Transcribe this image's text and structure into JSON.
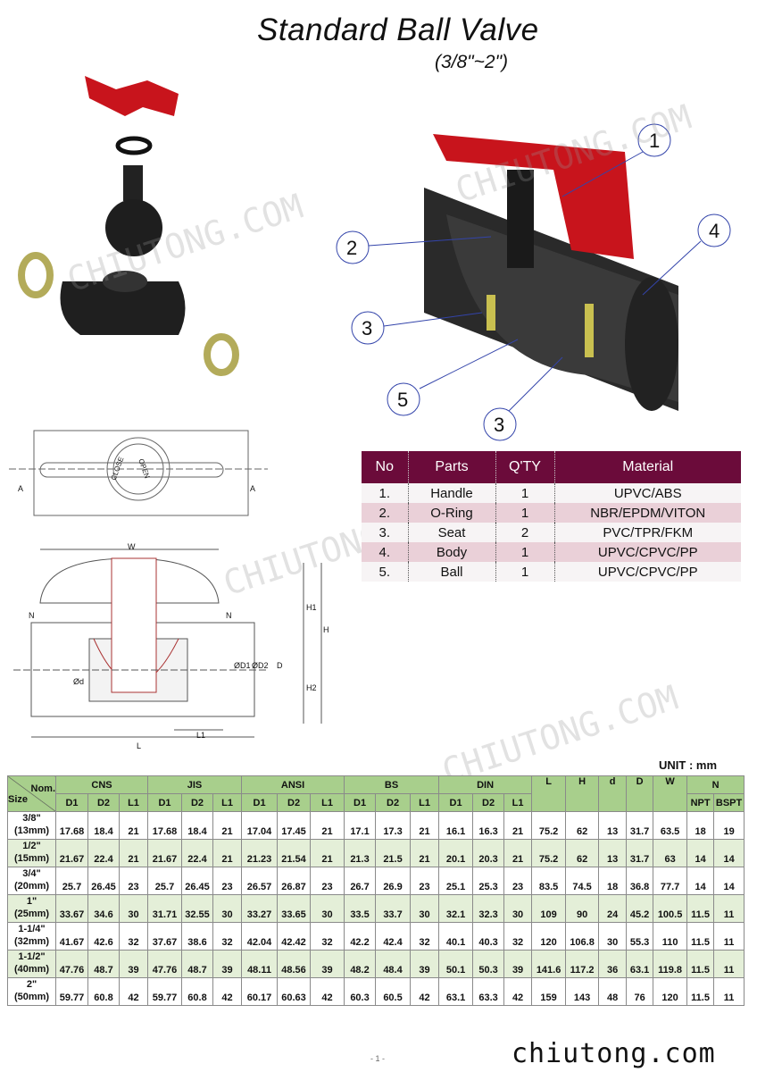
{
  "header": {
    "title": "Standard Ball Valve",
    "subtitle": "(3/8\"~2\")"
  },
  "watermark": "CHIUTONG.COM",
  "callouts": [
    "1",
    "2",
    "3",
    "4",
    "5",
    "3"
  ],
  "top_view": {
    "section_a": "A",
    "close": "CLOSE",
    "open": "OPEN"
  },
  "section_view": {
    "W": "W",
    "H1": "H1",
    "H": "H",
    "H2": "H2",
    "D": "D",
    "D1": "ØD1",
    "D2": "ØD2",
    "d": "Ød",
    "L1": "L1",
    "L": "L",
    "N": "N"
  },
  "parts_table": {
    "headers": [
      "No",
      "Parts",
      "Q'TY",
      "Material"
    ],
    "rows": [
      [
        "1.",
        "Handle",
        "1",
        "UPVC/ABS"
      ],
      [
        "2.",
        "O-Ring",
        "1",
        "NBR/EPDM/VITON"
      ],
      [
        "3.",
        "Seat",
        "2",
        "PVC/TPR/FKM"
      ],
      [
        "4.",
        "Body",
        "1",
        "UPVC/CPVC/PP"
      ],
      [
        "5.",
        "Ball",
        "1",
        "UPVC/CPVC/PP"
      ]
    ]
  },
  "spec_table": {
    "unit": "UNIT : mm",
    "corner_top": "Nom.",
    "corner_bottom": "Size",
    "groups": [
      "CNS",
      "JIS",
      "ANSI",
      "BS",
      "DIN",
      "L",
      "H",
      "d",
      "D",
      "W",
      "N"
    ],
    "sub": [
      "D1",
      "D2",
      "L1",
      "D1",
      "D2",
      "L1",
      "D1",
      "D2",
      "L1",
      "D1",
      "D2",
      "L1",
      "D1",
      "D2",
      "L1",
      "NPT",
      "BSPT"
    ],
    "rows": [
      {
        "size": [
          "3/8\"",
          "(13mm)"
        ],
        "v": [
          "17.68",
          "18.4",
          "21",
          "17.68",
          "18.4",
          "21",
          "17.04",
          "17.45",
          "21",
          "17.1",
          "17.3",
          "21",
          "16.1",
          "16.3",
          "21",
          "75.2",
          "62",
          "13",
          "31.7",
          "63.5",
          "18",
          "19"
        ]
      },
      {
        "size": [
          "1/2\"",
          "(15mm)"
        ],
        "v": [
          "21.67",
          "22.4",
          "21",
          "21.67",
          "22.4",
          "21",
          "21.23",
          "21.54",
          "21",
          "21.3",
          "21.5",
          "21",
          "20.1",
          "20.3",
          "21",
          "75.2",
          "62",
          "13",
          "31.7",
          "63",
          "14",
          "14"
        ]
      },
      {
        "size": [
          "3/4\"",
          "(20mm)"
        ],
        "v": [
          "25.7",
          "26.45",
          "23",
          "25.7",
          "26.45",
          "23",
          "26.57",
          "26.87",
          "23",
          "26.7",
          "26.9",
          "23",
          "25.1",
          "25.3",
          "23",
          "83.5",
          "74.5",
          "18",
          "36.8",
          "77.7",
          "14",
          "14"
        ]
      },
      {
        "size": [
          "1\"",
          "(25mm)"
        ],
        "v": [
          "33.67",
          "34.6",
          "30",
          "31.71",
          "32.55",
          "30",
          "33.27",
          "33.65",
          "30",
          "33.5",
          "33.7",
          "30",
          "32.1",
          "32.3",
          "30",
          "109",
          "90",
          "24",
          "45.2",
          "100.5",
          "11.5",
          "11"
        ]
      },
      {
        "size": [
          "1-1/4\"",
          "(32mm)"
        ],
        "v": [
          "41.67",
          "42.6",
          "32",
          "37.67",
          "38.6",
          "32",
          "42.04",
          "42.42",
          "32",
          "42.2",
          "42.4",
          "32",
          "40.1",
          "40.3",
          "32",
          "120",
          "106.8",
          "30",
          "55.3",
          "110",
          "11.5",
          "11"
        ]
      },
      {
        "size": [
          "1-1/2\"",
          "(40mm)"
        ],
        "v": [
          "47.76",
          "48.7",
          "39",
          "47.76",
          "48.7",
          "39",
          "48.11",
          "48.56",
          "39",
          "48.2",
          "48.4",
          "39",
          "50.1",
          "50.3",
          "39",
          "141.6",
          "117.2",
          "36",
          "63.1",
          "119.8",
          "11.5",
          "11"
        ]
      },
      {
        "size": [
          "2\"",
          "(50mm)"
        ],
        "v": [
          "59.77",
          "60.8",
          "42",
          "59.77",
          "60.8",
          "42",
          "60.17",
          "60.63",
          "42",
          "60.3",
          "60.5",
          "42",
          "63.1",
          "63.3",
          "42",
          "159",
          "143",
          "48",
          "76",
          "120",
          "11.5",
          "11"
        ]
      }
    ]
  },
  "footer": {
    "page": "- 1 -",
    "website": "chiutong.com"
  }
}
